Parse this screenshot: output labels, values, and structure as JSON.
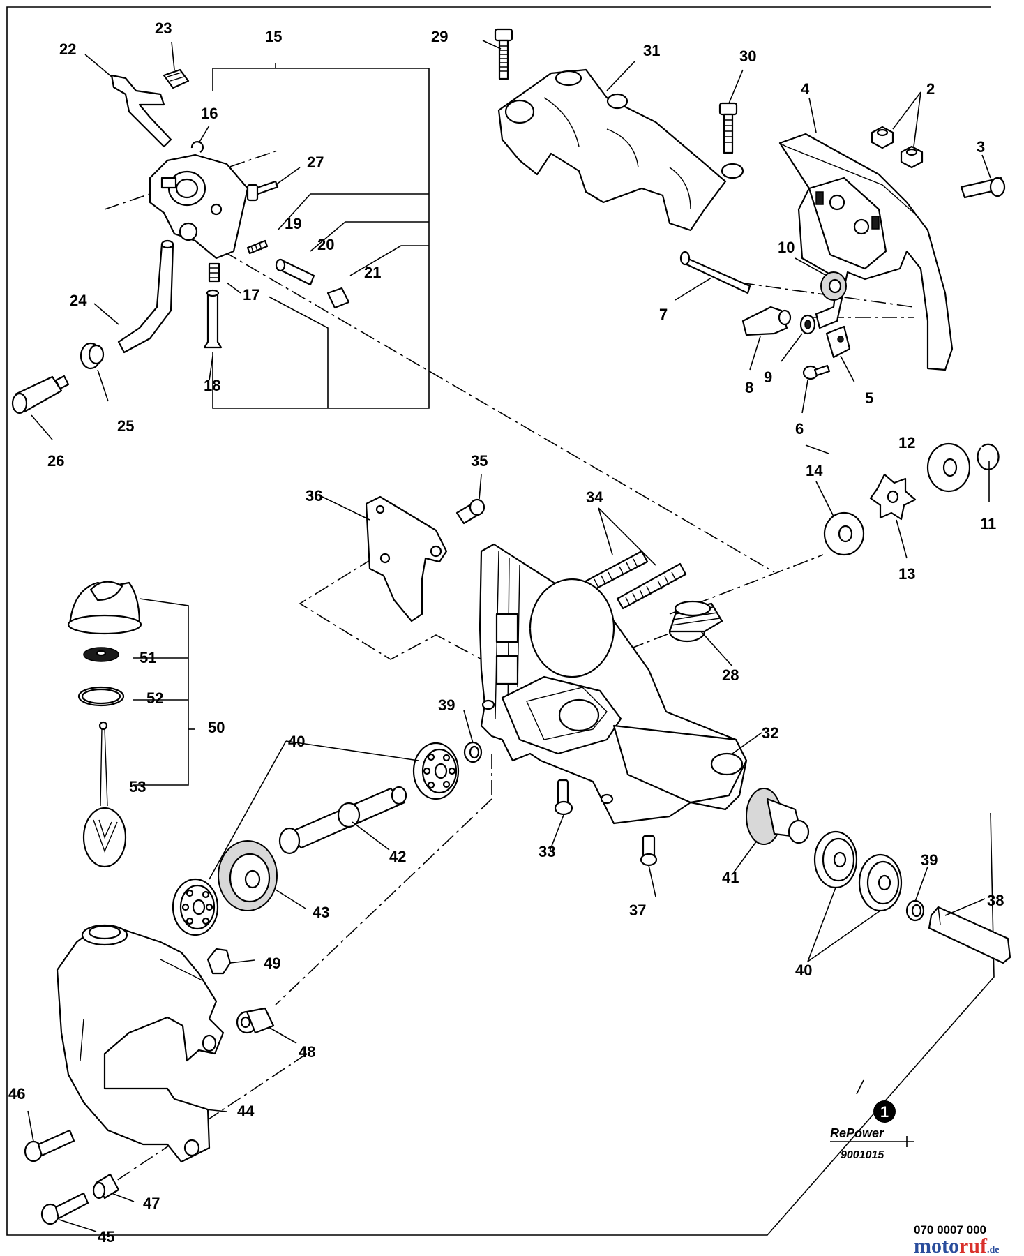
{
  "diagram": {
    "part_numbers": [
      "2",
      "3",
      "4",
      "5",
      "6",
      "7",
      "8",
      "9",
      "10",
      "11",
      "12",
      "13",
      "14",
      "15",
      "16",
      "17",
      "18",
      "19",
      "20",
      "21",
      "22",
      "23",
      "24",
      "25",
      "26",
      "27",
      "28",
      "29",
      "30",
      "31",
      "32",
      "33",
      "34",
      "35",
      "36",
      "37",
      "38",
      "39",
      "39",
      "40",
      "40",
      "40",
      "41",
      "42",
      "43",
      "44",
      "45",
      "46",
      "47",
      "48",
      "49",
      "50",
      "51",
      "52",
      "53"
    ],
    "kit": {
      "number": "1",
      "brand": "RePower",
      "code": "9001015"
    },
    "drawing_code": "070 0007 000",
    "watermark": {
      "text": "motoruf",
      "suffix": ".de",
      "colors": {
        "moto": "#2a4d9c",
        "ruf": "#d9302b"
      }
    }
  }
}
